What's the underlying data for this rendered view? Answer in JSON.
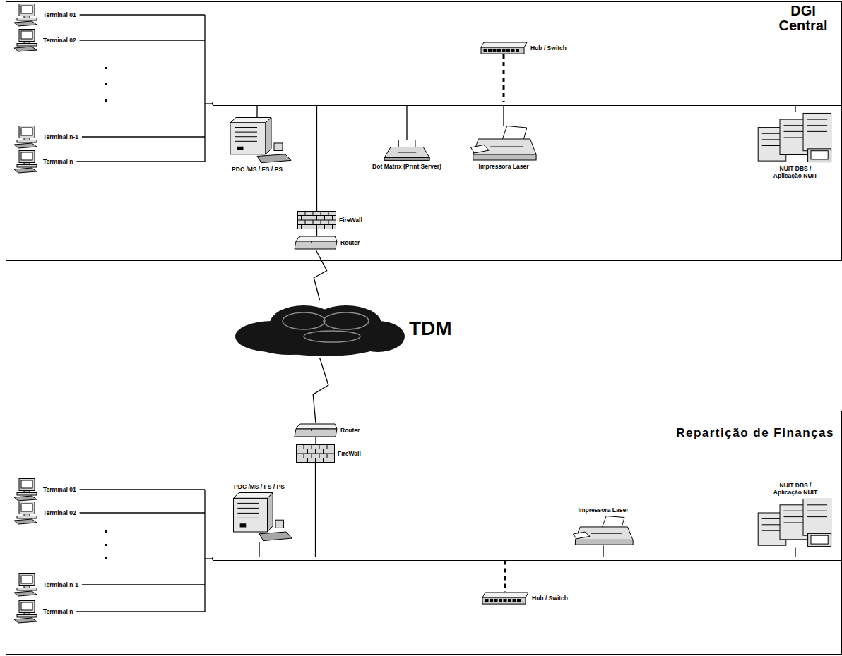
{
  "diagram": {
    "nodes": [
      {
        "text": [
          "DGI Central"
        ]
      },
      {
        "text": [
          "Terminal 01"
        ],
        "in": 0
      },
      {
        "text": [
          "Terminal 02"
        ],
        "in": 0
      },
      {
        "text": [
          "Hub / Switch"
        ],
        "in": 0
      },
      {
        "text": [
          "Terminal n-1"
        ],
        "in": 0
      },
      {
        "text": [
          "Terminal n"
        ],
        "in": 0
      },
      {
        "text": [
          "PDC /MS / FS / PS"
        ],
        "in": 0
      },
      {
        "text": [
          "Dot Matrix (Print Server)"
        ],
        "in": 0
      },
      {
        "text": [
          "Impressora Laser"
        ],
        "in": 0
      },
      {
        "text": [
          "NUIT DBS / Aplicação NUIT"
        ],
        "in": 0
      },
      {
        "text": [
          "FireWall"
        ],
        "in": 0
      },
      {
        "text": [
          "Router"
        ],
        "in": 0
      },
      {
        "text": [
          "TDM"
        ]
      },
      {
        "text": [
          "Repartição de Finanças"
        ]
      },
      {
        "text": [
          "Router"
        ],
        "in": 13
      },
      {
        "text": [
          "FireWall"
        ],
        "in": 13
      },
      {
        "text": [
          "Terminal 01"
        ],
        "in": 13
      },
      {
        "text": [
          "PDC /MS / FS / PS"
        ],
        "in": 13
      },
      {
        "text": [
          "Impressora Laser"
        ],
        "in": 13
      },
      {
        "text": [
          "NUIT DBS / Aplicação NUIT"
        ],
        "in": 13
      },
      {
        "text": [
          "Terminal 02"
        ],
        "in": 13
      },
      {
        "text": [
          "Terminal n-1"
        ],
        "in": 13
      },
      {
        "text": [
          "Terminal n"
        ],
        "in": 13
      },
      {
        "text": [
          "Hub / Switch"
        ],
        "in": 13
      }
    ],
    "edges": [
      {
        "from": 10,
        "to": 11,
        "arrow": "none"
      },
      {
        "from": 11,
        "to": 12,
        "arrow": "none"
      },
      {
        "from": 12,
        "to": 14,
        "arrow": "none"
      },
      {
        "from": 14,
        "to": 15,
        "arrow": "none"
      }
    ]
  }
}
